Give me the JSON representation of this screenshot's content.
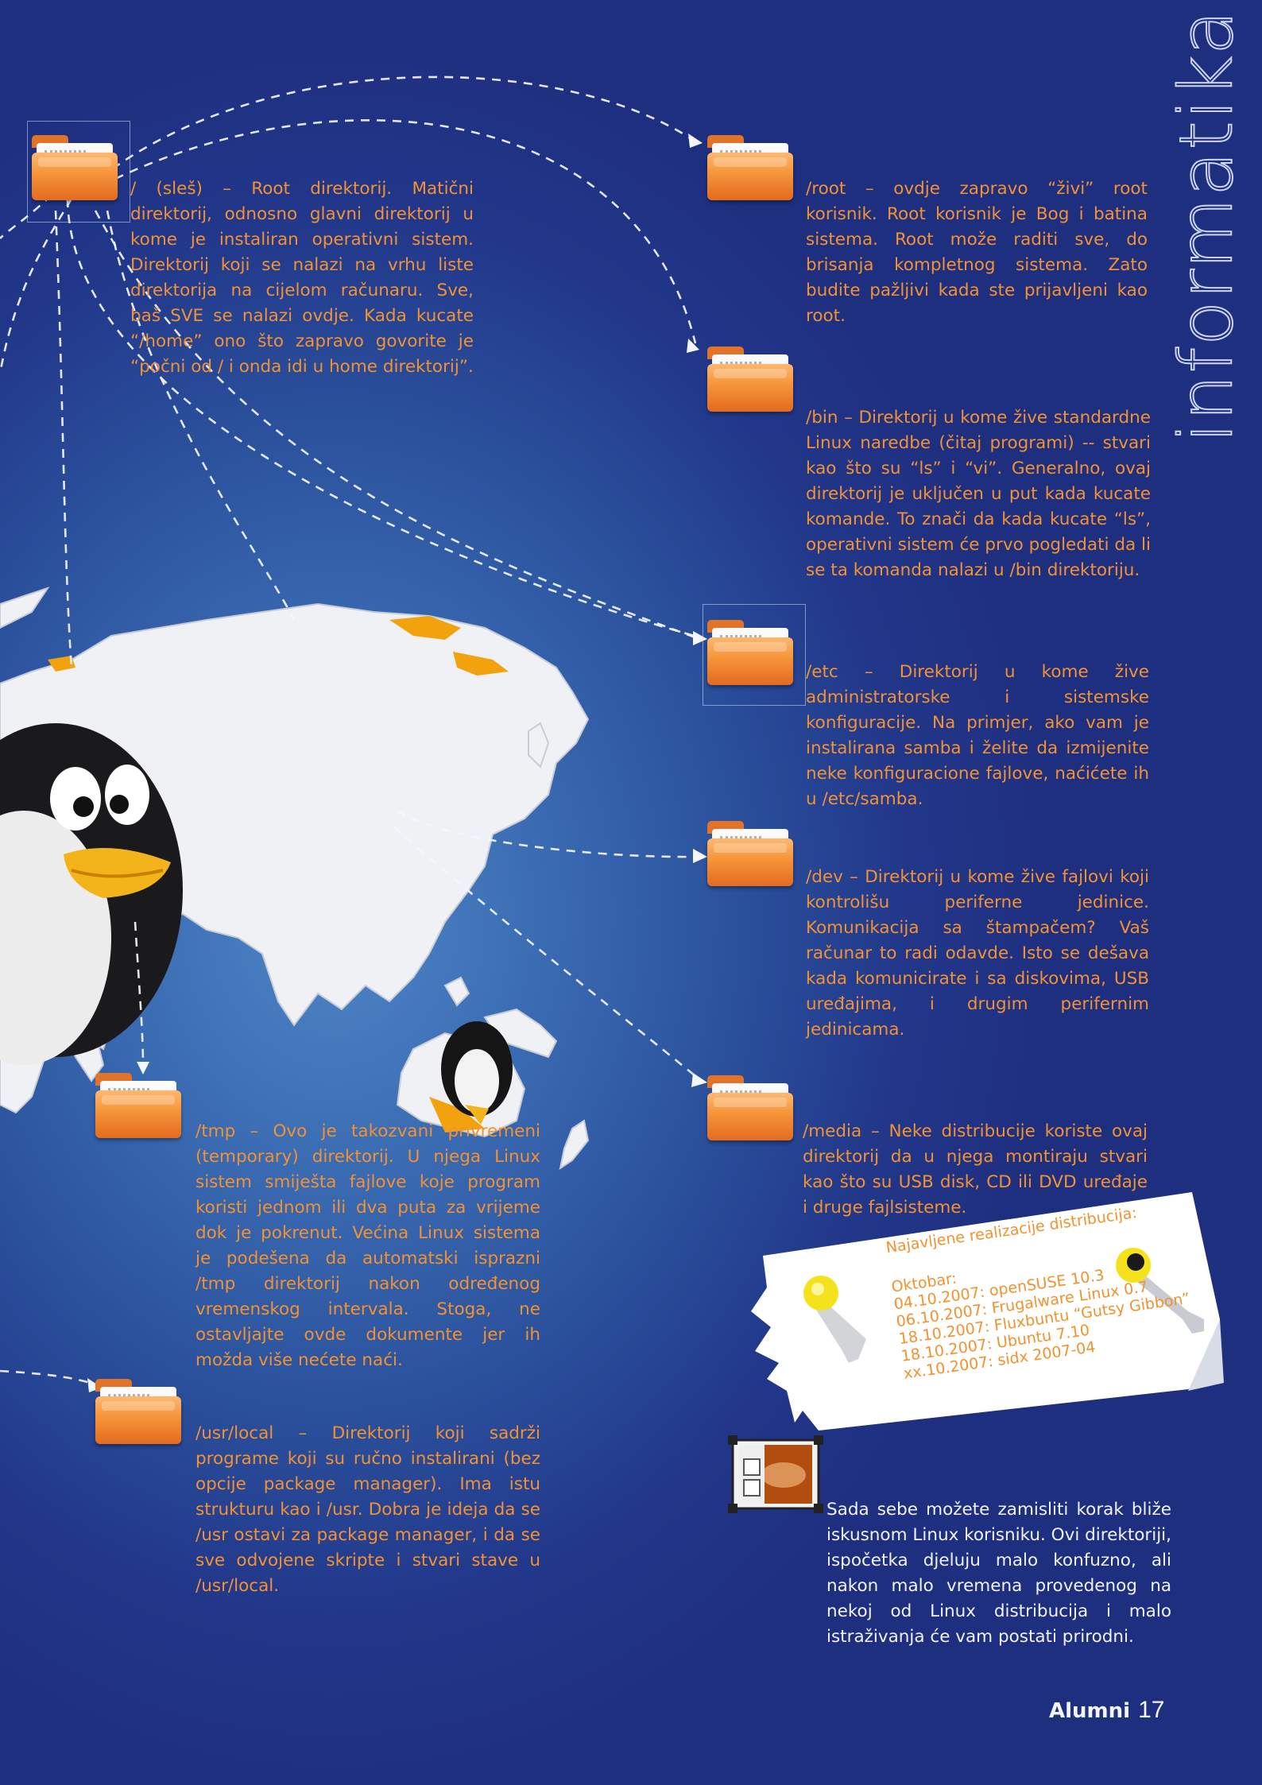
{
  "sidebar_title": "informatika",
  "blocks": {
    "root_dir": "/ (sleš) – Root direktorij. Matični direktorij, odnosno glavni direktorij u kome je instaliran operativni sistem. Direktorij koji se nalazi na vrhu liste direktorija na cijelom računaru. Sve, baš SVE se nalazi ovdje. Kada kucate “/home” ono što zapravo govorite je “počni od / i onda idi u home direktorij”.",
    "root_home": "/root – ovdje zapravo “živi” root korisnik. Root korisnik je Bog i batina sistema. Root može raditi sve, do brisanja kompletnog sistema. Zato budite pažljivi kada ste prijavljeni kao root.",
    "bin": "/bin – Direktorij u kome žive standardne Linux naredbe (čitaj programi) -- stvari kao što su “ls” i “vi”. Generalno, ovaj direktorij je uključen u put kada kucate komande. To znači da kada kucate “ls”, operativni sistem će prvo pogledati da li se ta komanda nalazi u /bin direktoriju.",
    "etc": "/etc – Direktorij u kome žive administratorske i sistemske konfiguracije. Na primjer, ako vam je instalirana samba i želite da izmijenite neke konfiguracione fajlove, naćićete ih u /etc/samba.",
    "dev": "/dev – Direktorij u kome žive fajlovi koji kontrolišu periferne jedinice. Komunikacija sa štampačem? Vaš računar to radi odavde. Isto se dešava kada komunicirate i sa diskovima, USB uređajima, i drugim perifernim jedinicama.",
    "tmp": "/tmp – Ovo je takozvani privremeni (temporary) direktorij. U njega Linux sistem smiješta fajlove koje program koristi jednom ili dva puta za vrijeme dok je pokrenut. Većina Linux sistema je podešena da automatski isprazni /tmp direktorij nakon određenog vremenskog intervala. Stoga, ne ostavljajte ovde dokumente jer ih možda više nećete naći.",
    "media": "/media – Neke distribucije koriste ovaj direktorij da u njega montiraju stvari kao što su USB disk, CD ili DVD uređaje i druge fajlsisteme.",
    "usr_local": "/usr/local – Direktorij koji sadrži programe koji su ručno instalirani (bez opcije package manager). Ima istu strukturu kao i /usr. Dobra je ideja da se /usr ostavi za package manager, i da se sve odvojene skripte i stvari stave u /usr/local.",
    "closing": "Sada sebe možete zamisliti korak bliže iskusnom Linux korisniku. Ovi direktoriji, ispočetka djeluju malo konfuzno, ali nakon malo vremena provedenog na nekoj od Linux distribucija i malo istraživanja će vam postati prirodni."
  },
  "note": {
    "heading": "Najavljene realizacije distribucija:",
    "month": "Oktobar:",
    "items": [
      "04.10.2007: openSUSE 10.3",
      "06.10.2007: Frugalware Linux 0.7",
      "18.10.2007: Fluxbuntu “Gutsy Gibbon”",
      "18.10.2007: Ubuntu 7.10",
      "xx.10.2007: sidx 2007-04"
    ]
  },
  "footer": {
    "magazine": "Alumni",
    "page_number": "17"
  },
  "colors": {
    "background": "#22378a",
    "text_orange": "#f29232",
    "folder_orange": "#f59338"
  },
  "icons": [
    "folder-icon",
    "pushpin-icon",
    "image-viewer-icon",
    "tux-penguin-illustration",
    "world-map-illustration"
  ]
}
